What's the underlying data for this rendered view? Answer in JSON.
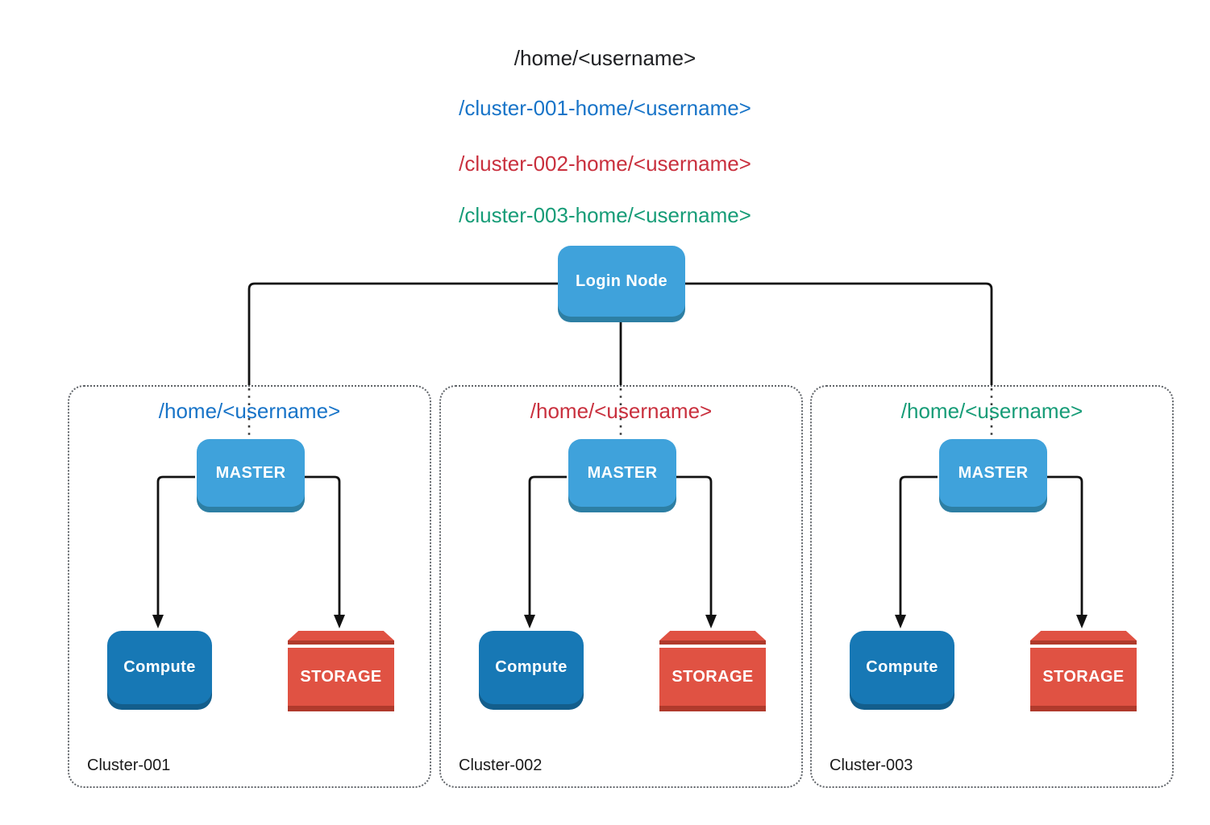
{
  "header": {
    "root_path": "/home/<username>",
    "cluster1_path": "/cluster-001-home/<username>",
    "cluster2_path": "/cluster-002-home/<username>",
    "cluster3_path": "/cluster-003-home/<username>"
  },
  "login_node": {
    "label": "Login Node"
  },
  "clusters": [
    {
      "name": "Cluster-001",
      "home_path": "/home/<username>",
      "master_label": "MASTER",
      "compute_label": "Compute",
      "storage_label": "STORAGE",
      "accent_color": "#1874C8"
    },
    {
      "name": "Cluster-002",
      "home_path": "/home/<username>",
      "master_label": "MASTER",
      "compute_label": "Compute",
      "storage_label": "STORAGE",
      "accent_color": "#C9303E"
    },
    {
      "name": "Cluster-003",
      "home_path": "/home/<username>",
      "master_label": "MASTER",
      "compute_label": "Compute",
      "storage_label": "STORAGE",
      "accent_color": "#169C77"
    }
  ],
  "colors": {
    "path_blue": "#1874C8",
    "path_red": "#C9303E",
    "path_green": "#169C77",
    "node_light_blue": "#3FA2DB",
    "node_light_blue_shadow": "#2D7FA4",
    "node_dark_blue": "#1778B5",
    "node_dark_blue_shadow": "#135E8C",
    "storage_red": "#E05243",
    "storage_red_dark": "#B03A2C",
    "line_black": "#111111",
    "text_black": "#202124",
    "border_gray": "#5f6368"
  }
}
